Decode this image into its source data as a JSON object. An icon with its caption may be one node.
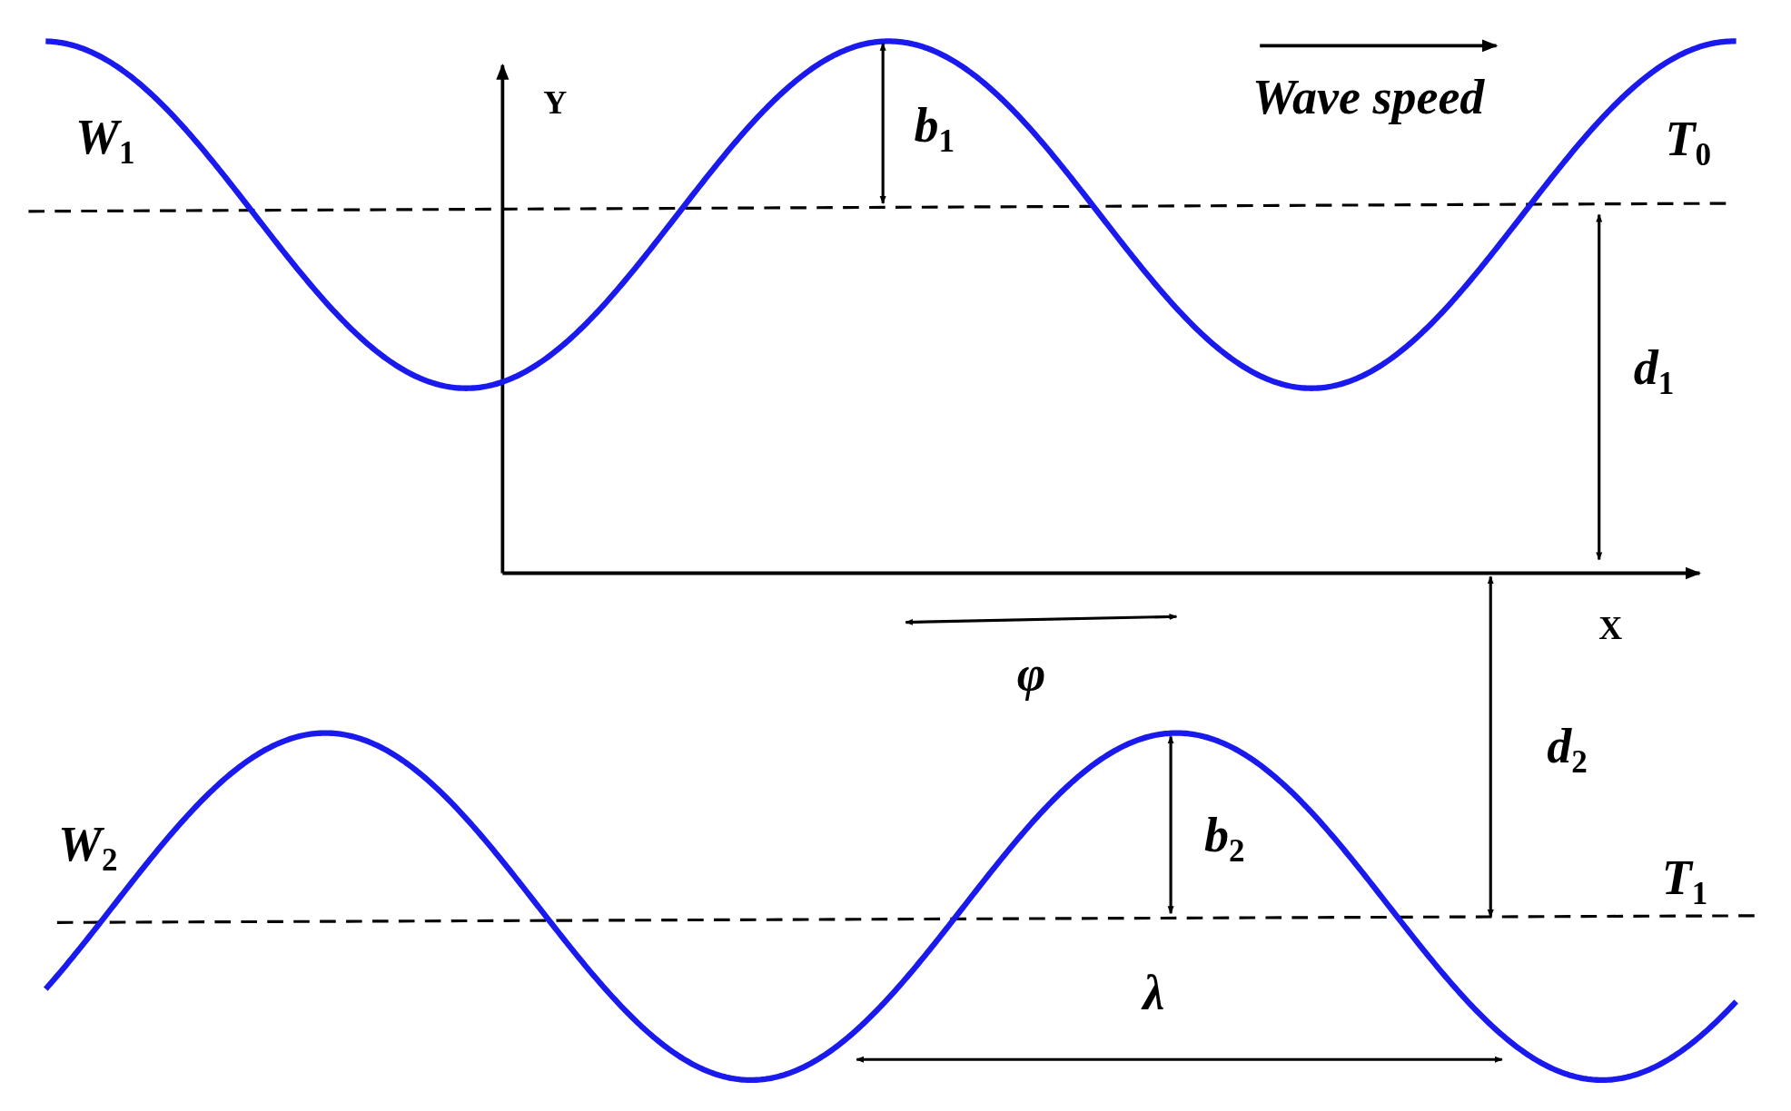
{
  "diagram": {
    "labels": [
      "Wave speed",
      "W$_{1}$",
      "Y",
      "b$_{1}$",
      "T$_{0}$",
      "d$_{1}$",
      "X",
      "φ",
      "d$_{2}$",
      "W$_{2}$",
      "b$_{2}$",
      "T$_{1}$",
      "λ"
    ]
  }
}
